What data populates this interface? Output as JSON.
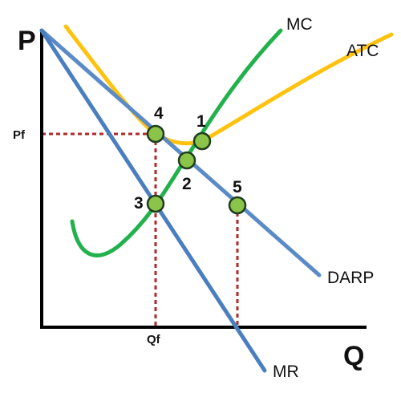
{
  "axes": {
    "y_label": "P",
    "x_label": "Q"
  },
  "ticks": {
    "price": "Pf",
    "quantity": "Qf"
  },
  "curves": {
    "mc": "MC",
    "atc": "ATC",
    "darp": "DARP",
    "mr": "MR"
  },
  "points": [
    "1",
    "2",
    "3",
    "4",
    "5"
  ],
  "colors": {
    "mc": "#22b14c",
    "atc": "#ffc20e",
    "darp": "#5b8bc6",
    "mr": "#4a7fbf",
    "point_fill": "#8ac449",
    "guide": "#b02a2a",
    "axis": "#000000"
  }
}
